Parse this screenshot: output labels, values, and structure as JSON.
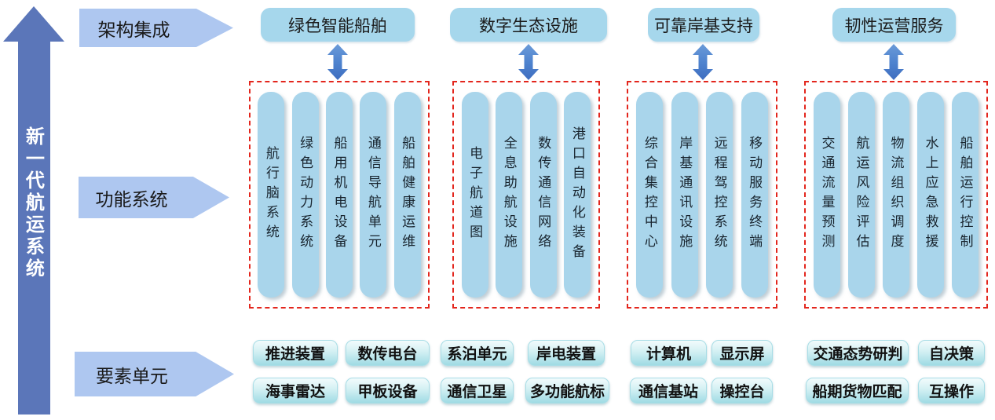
{
  "title": {
    "text": "新一代航运系统"
  },
  "row_labels": [
    {
      "label": "架构集成"
    },
    {
      "label": "功能系统"
    },
    {
      "label": "要素单元"
    }
  ],
  "groups": [
    {
      "header": "绿色智能船舶",
      "pills": [
        "航行脑系统",
        "绿色动力系统",
        "船用机电设备",
        "通信导航单元",
        "船舶健康运维"
      ]
    },
    {
      "header": "数字生态设施",
      "pills": [
        "电子航道图",
        "全息助航设施",
        "数传通信网络",
        "港口自动化装备"
      ]
    },
    {
      "header": "可靠岸基支持",
      "pills": [
        "综合集控中心",
        "岸基通讯设施",
        "远程驾控系统",
        "移动服务终端"
      ]
    },
    {
      "header": "韧性运营服务",
      "pills": [
        "交通流量预测",
        "航运风险评估",
        "物流组织调度",
        "水上应急救援",
        "船舶运行控制"
      ]
    }
  ],
  "units": [
    "推进装置",
    "数传电台",
    "系泊单元",
    "岸电装置",
    "海事雷达",
    "甲板设备",
    "通信卫星",
    "多功能航标",
    "计算机",
    "显示屏",
    "通信基站",
    "操控台",
    "交通态势研判",
    "自决策",
    "船期货物匹配",
    "互操作"
  ],
  "colors": {
    "main_arrow": "#5b76b9",
    "row_label_fill": "#aec7f0",
    "header_fill": "#a6d7ec",
    "pill_fill": "#a9d5eb",
    "dashed_border": "#e3261d",
    "double_arrow_top": "#6b9bd8",
    "double_arrow_bottom": "#3d6cbf",
    "unit_gradient_top": "#f2fbfc",
    "unit_gradient_bottom": "#9fdbe4"
  }
}
